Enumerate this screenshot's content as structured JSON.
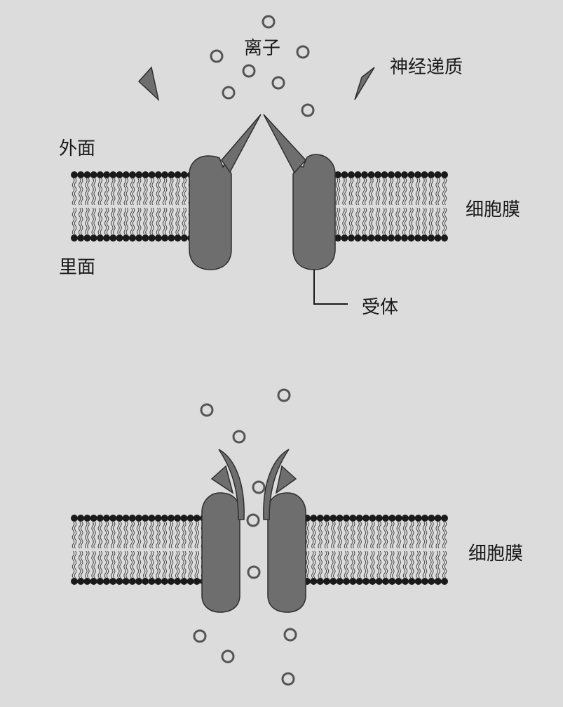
{
  "labels": {
    "ions": "离子",
    "neurotransmitter": "神经递质",
    "outside": "外面",
    "inside": "里面",
    "membrane_top": "细胞膜",
    "receptor": "受体",
    "membrane_bottom": "细胞膜"
  },
  "colors": {
    "background": "#dcdcdc",
    "protein_fill": "#6e6e6e",
    "protein_stroke": "#2e2e2e",
    "lipid_head": "#1a1a1a",
    "lipid_tail": "#444444",
    "ion_stroke": "#555555",
    "label_text": "#1a1a1a"
  }
}
